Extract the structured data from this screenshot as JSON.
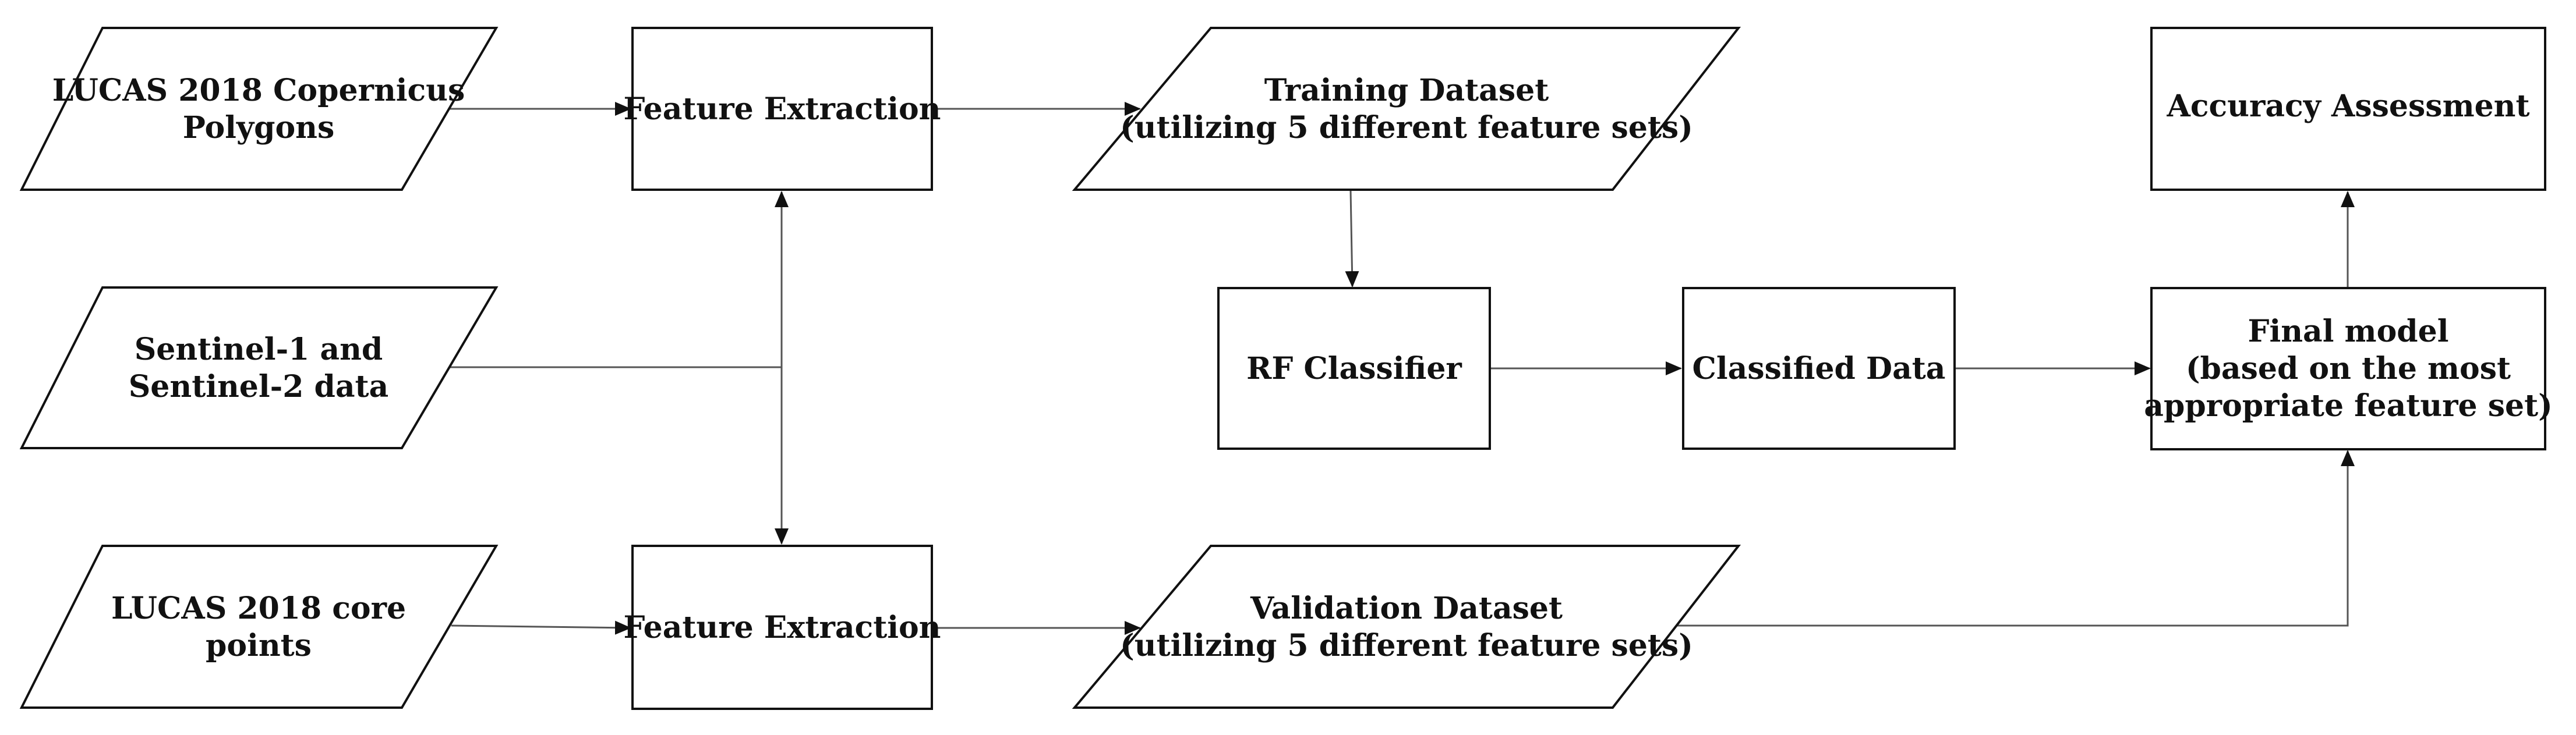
{
  "nodes": {
    "lucas_polygons": {
      "lines": [
        "LUCAS 2018 Copernicus",
        "Polygons"
      ]
    },
    "sentinel_data": {
      "lines": [
        "Sentinel-1 and",
        "Sentinel-2 data"
      ]
    },
    "lucas_points": {
      "lines": [
        "LUCAS 2018 core",
        "points"
      ]
    },
    "feature_extraction_top": {
      "lines": [
        "Feature Extraction"
      ]
    },
    "feature_extraction_bottom": {
      "lines": [
        "Feature Extraction"
      ]
    },
    "training_dataset": {
      "lines": [
        "Training Dataset",
        "(utilizing 5 different feature sets)"
      ]
    },
    "validation_dataset": {
      "lines": [
        "Validation Dataset",
        "(utilizing 5 different feature sets)"
      ]
    },
    "rf_classifier": {
      "lines": [
        "RF Classifier"
      ]
    },
    "classified_data": {
      "lines": [
        "Classified Data"
      ]
    },
    "final_model": {
      "lines": [
        "Final model",
        "(based on the most",
        "appropriate feature set)"
      ]
    },
    "accuracy_assessment": {
      "lines": [
        "Accuracy Assessment"
      ]
    }
  }
}
